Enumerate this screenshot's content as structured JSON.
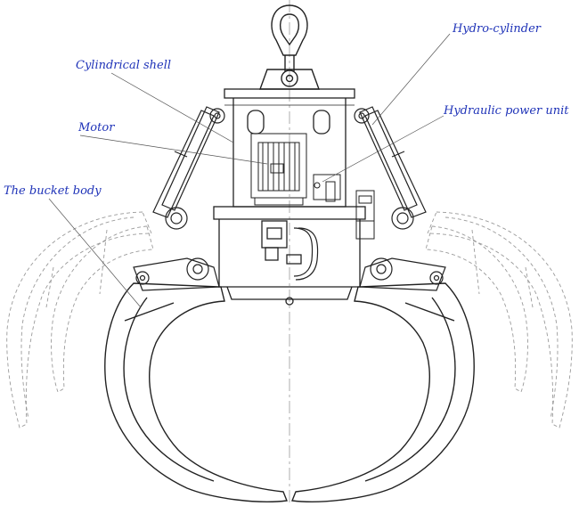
{
  "labels": {
    "hydro_cylinder": "Hydro-cylinder",
    "cylindrical_shell": "Cylindrical shell",
    "hydraulic_power_unit": "Hydraulic power unit",
    "motor": "Motor",
    "bucket_body": "The bucket body"
  },
  "colors": {
    "label_text": "#1f33b8",
    "drawing_line": "#222222",
    "leader_line": "#555555",
    "dashed_outline": "#9a9a9a"
  }
}
